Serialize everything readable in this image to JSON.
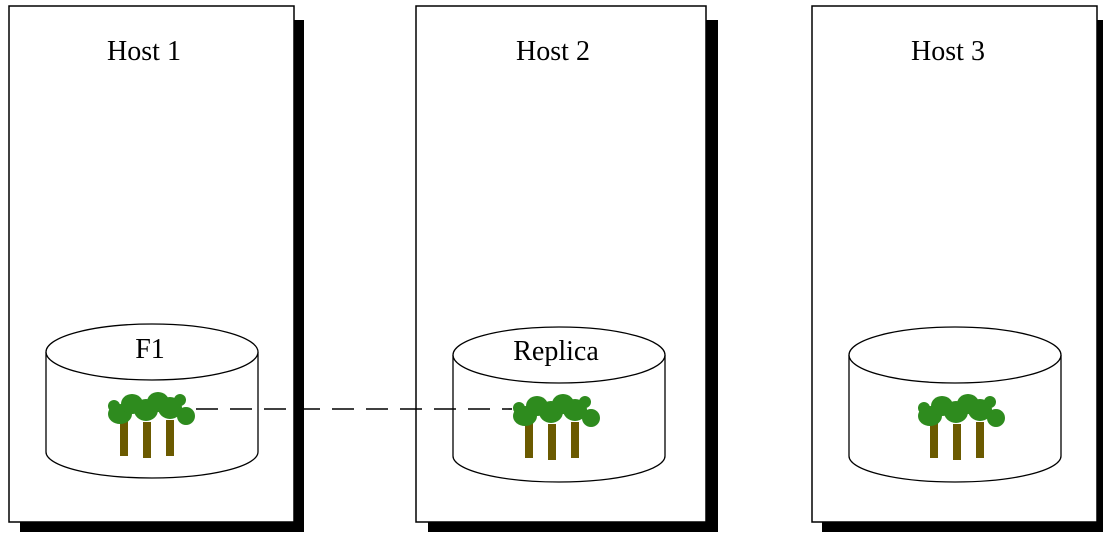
{
  "hosts": [
    {
      "title": "Host 1",
      "disk_label": "F1"
    },
    {
      "title": "Host 2",
      "disk_label": "Replica"
    },
    {
      "title": "Host 3",
      "disk_label": ""
    }
  ],
  "colors": {
    "tree_foliage": "#2e8b1e",
    "tree_trunk": "#6b5a00",
    "shadow": "#000000",
    "box_fill": "#ffffff"
  },
  "icons": {
    "tree_group": "tree-cluster-icon"
  }
}
